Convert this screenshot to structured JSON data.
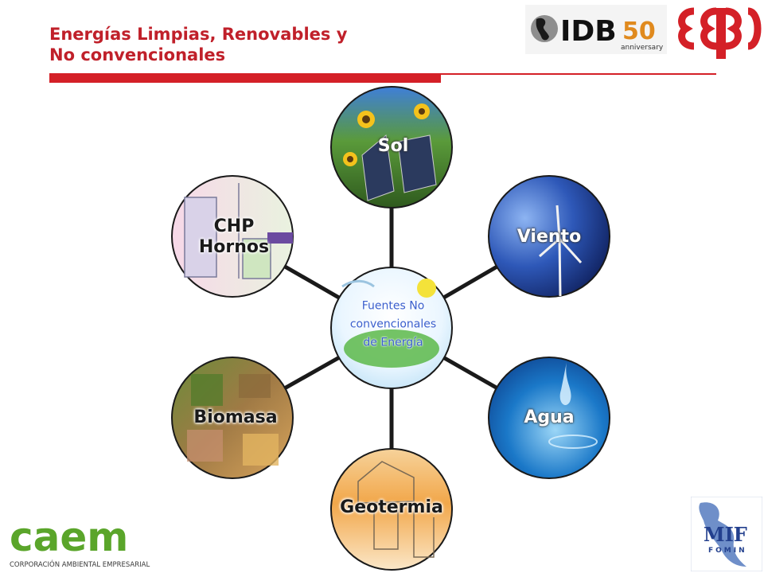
{
  "header": {
    "title_line1": "Energías Limpias, Renovables y",
    "title_line2": "No convencionales",
    "accent_color": "#d42027"
  },
  "logos": {
    "idb_text": "IDB",
    "idb_anniversary_number": "50",
    "idb_anniversary_text": "anniversary",
    "caem_text": "caem",
    "caem_subtext": "CORPORACIÓN AMBIENTAL EMPRESARIAL",
    "mif_text": "MIF",
    "mif_subtext": "FOMIN"
  },
  "diagram": {
    "center": {
      "line1": "Fuentes No",
      "line2": "convencionales",
      "line3": "de Energía"
    },
    "nodes": [
      {
        "label": "Sol",
        "image": "sunflowers-solar-panels"
      },
      {
        "label": "Viento",
        "image": "wind-turbine-blue-sky"
      },
      {
        "label": "Agua",
        "image": "water-drop-splash"
      },
      {
        "label": "Geotermia",
        "image": "geothermal-house-diagram"
      },
      {
        "label": "Biomasa",
        "image": "biomass-collage"
      },
      {
        "label": "CHP",
        "label2": "Hornos",
        "image": "chp-plant-diagram"
      }
    ]
  }
}
